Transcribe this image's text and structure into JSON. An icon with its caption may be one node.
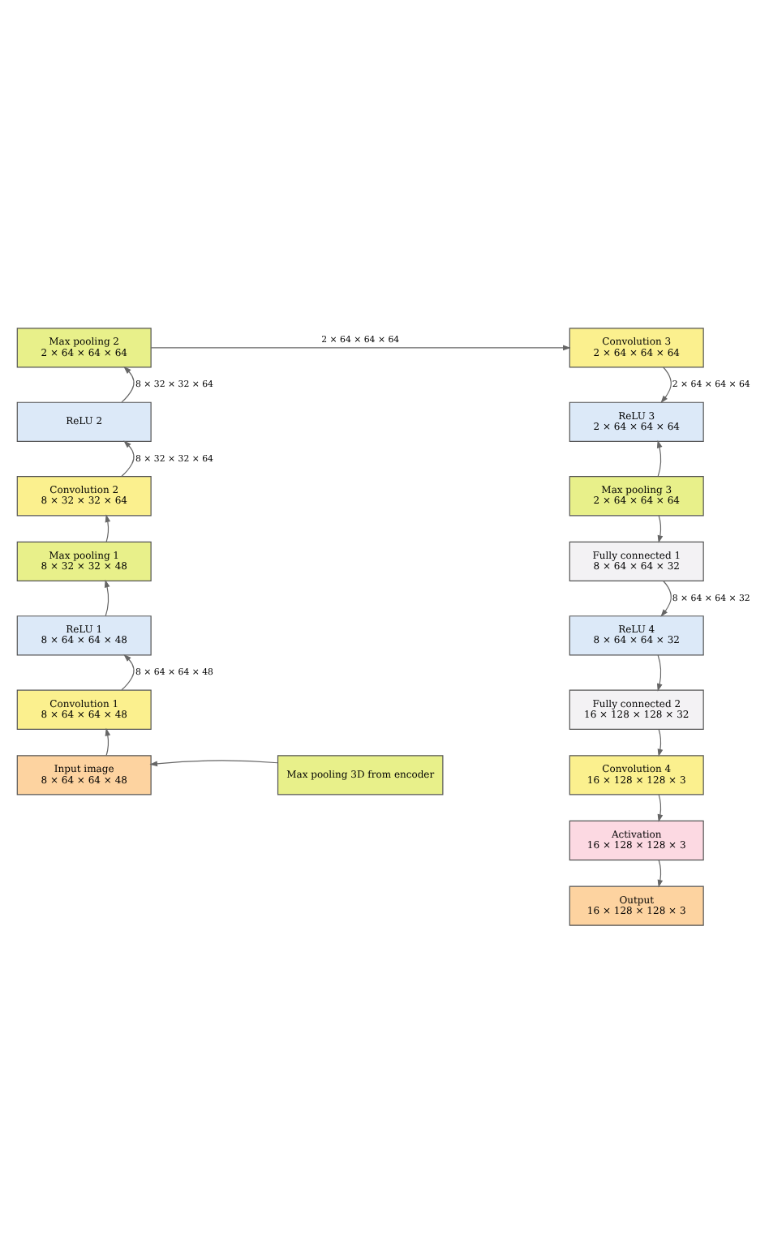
{
  "diagram": {
    "nodes": [
      {
        "text": [
          "Input image",
          "8 × 64 × 64 × 48"
        ]
      },
      {
        "text": [
          "Max pooling 3D from encoder"
        ]
      },
      {
        "text": [
          "Convolution 1",
          "8 × 64 × 64 × 48"
        ]
      },
      {
        "text": [
          "ReLU 1",
          "8 × 64 × 64 × 48"
        ]
      },
      {
        "text": [
          "Max pooling 1",
          "8 × 32 × 32 × 48"
        ]
      },
      {
        "text": [
          "Convolution 2",
          "8 × 32 × 32 × 64"
        ]
      },
      {
        "text": [
          "ReLU 2"
        ]
      },
      {
        "text": [
          "Max pooling 2",
          "2 × 64 × 64 × 64"
        ]
      },
      {
        "text": [
          "Convolution 3",
          "2 × 64 × 64 × 64"
        ]
      },
      {
        "text": [
          "ReLU 3",
          "2 × 64 × 64 × 64"
        ]
      },
      {
        "text": [
          "Max pooling 3",
          "2 × 64 × 64 × 64"
        ]
      },
      {
        "text": [
          "Fully connected 1",
          "8 × 64 × 64 × 32"
        ]
      },
      {
        "text": [
          "ReLU 4",
          "8 × 64 × 64 × 32"
        ]
      },
      {
        "text": [
          "Fully connected 2",
          "16 × 128 × 128 × 32"
        ]
      },
      {
        "text": [
          "Convolution 4",
          "16 × 128 × 128 × 3"
        ]
      },
      {
        "text": [
          "Activation",
          "16 × 128 × 128 × 3"
        ]
      },
      {
        "text": [
          "Output",
          "16 × 128 × 128 × 3"
        ]
      }
    ],
    "edges": [
      {
        "from": 1,
        "to": 0,
        "arrow": "to"
      },
      {
        "from": 0,
        "to": 2,
        "arrow": "to"
      },
      {
        "from": 2,
        "to": 3,
        "arrow": "to",
        "label": "8 × 64 × 64 × 48"
      },
      {
        "from": 3,
        "to": 4,
        "arrow": "to"
      },
      {
        "from": 4,
        "to": 5,
        "arrow": "to"
      },
      {
        "from": 5,
        "to": 6,
        "arrow": "to",
        "label": "8 × 32 × 32 × 64"
      },
      {
        "from": 6,
        "to": 7,
        "arrow": "to",
        "label": "8 × 32 × 32 × 64"
      },
      {
        "from": 7,
        "to": 8,
        "arrow": "to",
        "label": "2 × 64 × 64 × 64"
      },
      {
        "from": 8,
        "to": 9,
        "arrow": "to",
        "label": "2 × 64 × 64 × 64"
      },
      {
        "from": 10,
        "to": 9,
        "arrow": "to"
      },
      {
        "from": 10,
        "to": 11,
        "arrow": "to"
      },
      {
        "from": 11,
        "to": 12,
        "arrow": "to",
        "label": "8 × 64 × 64 × 32"
      },
      {
        "from": 12,
        "to": 13,
        "arrow": "to"
      },
      {
        "from": 13,
        "to": 14,
        "arrow": "to"
      },
      {
        "from": 14,
        "to": 15,
        "arrow": "to"
      },
      {
        "from": 15,
        "to": 16,
        "arrow": "to"
      }
    ]
  }
}
